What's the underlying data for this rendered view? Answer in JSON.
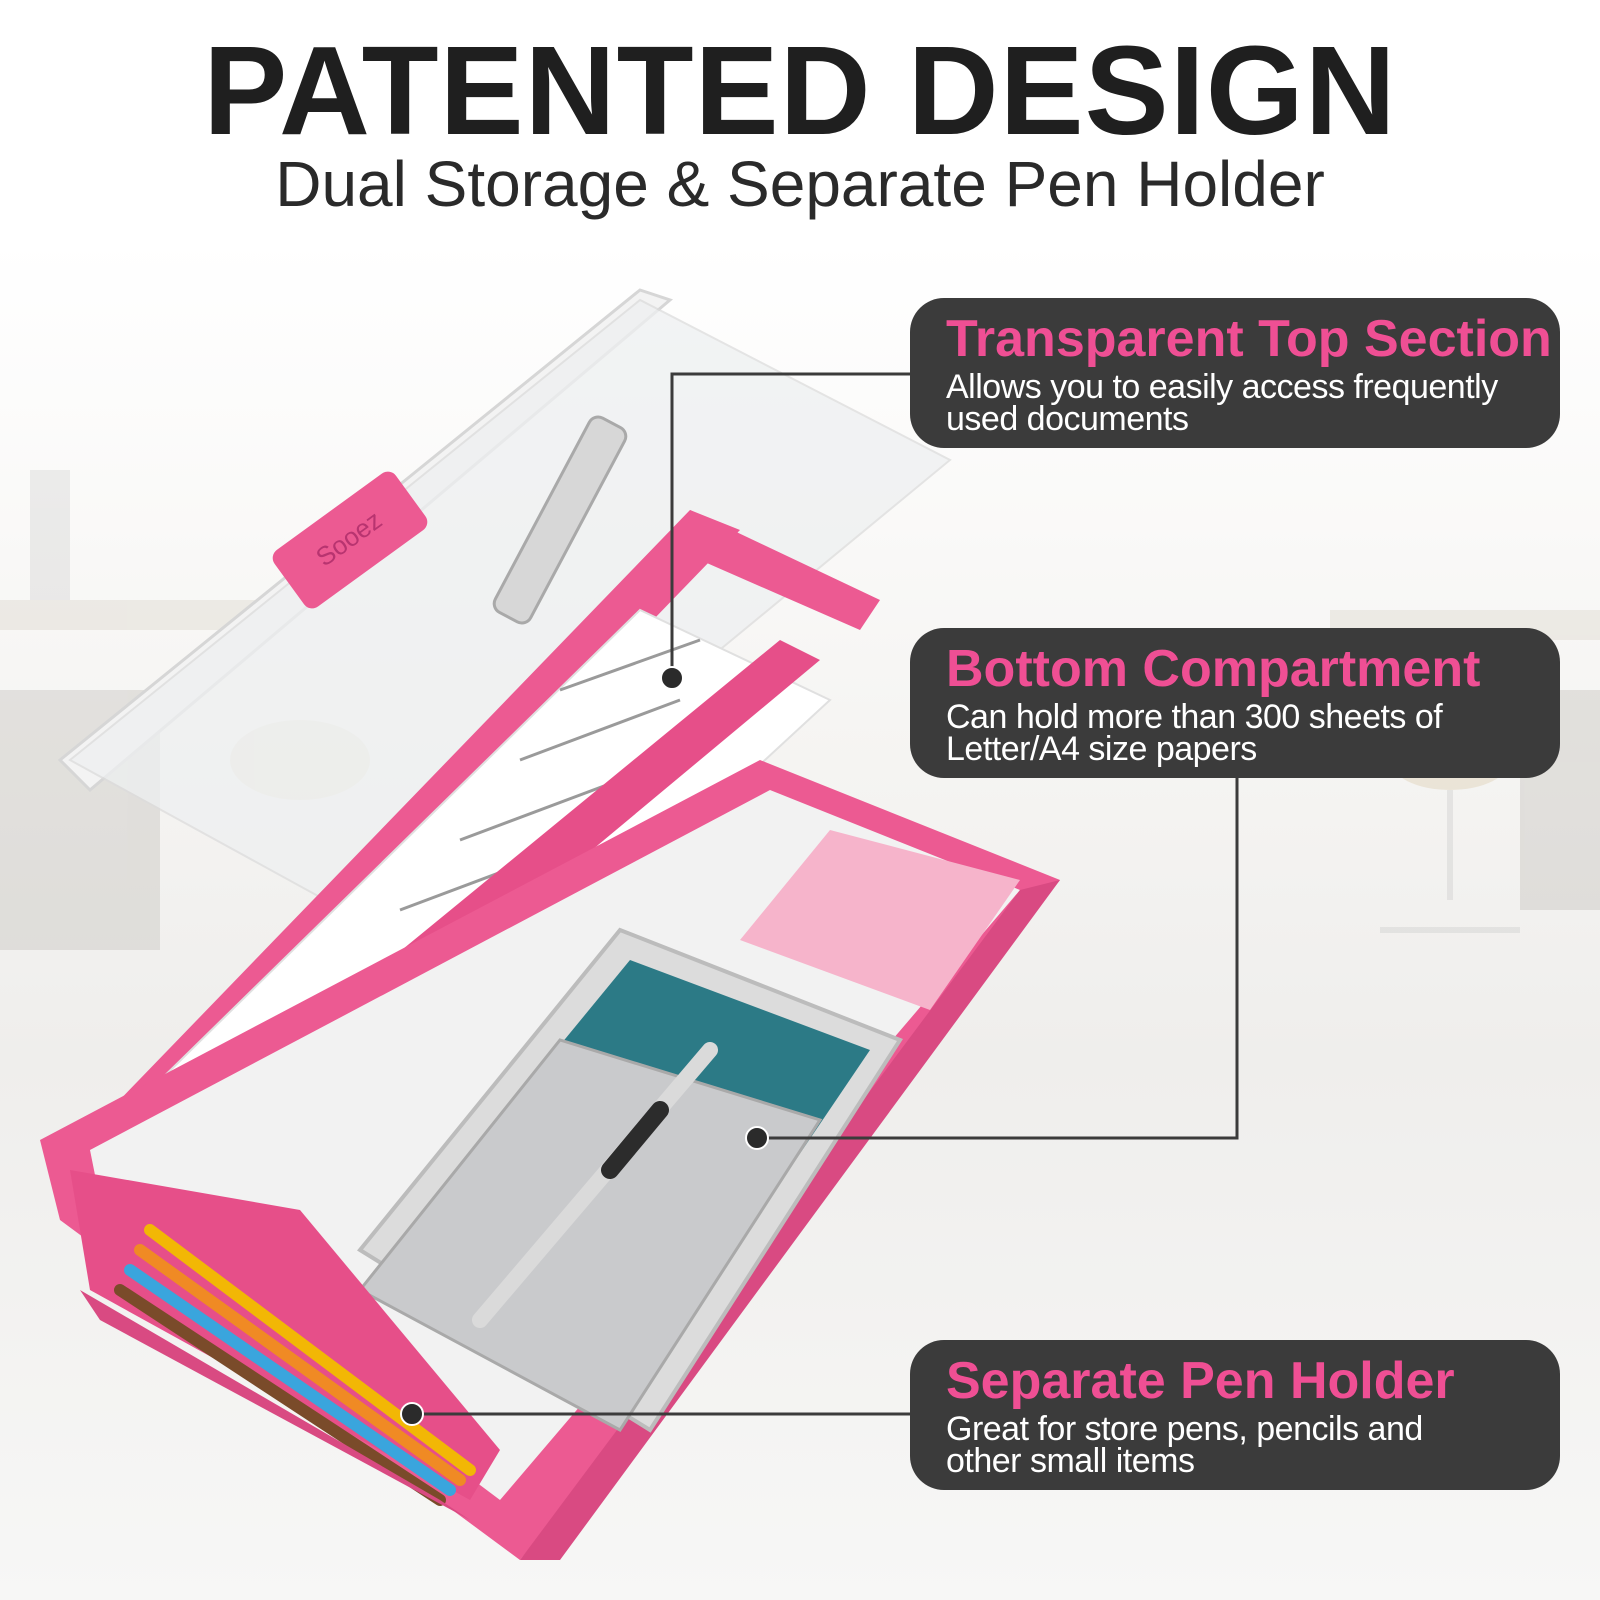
{
  "header": {
    "title": "PATENTED DESIGN",
    "subtitle": "Dual Storage & Separate Pen Holder"
  },
  "product": {
    "brand_mark": "Sooez",
    "color": "#ec5a92",
    "sticky_note_color": "#f6b4cb"
  },
  "callouts": [
    {
      "title": "Transparent Top Section",
      "text_lines": [
        "Allows you to easily access frequently",
        "used documents"
      ]
    },
    {
      "title": "Bottom Compartment",
      "text_lines": [
        "Can hold more than 300 sheets of",
        "Letter/A4 size papers"
      ]
    },
    {
      "title": "Separate Pen Holder",
      "text_lines": [
        "Great for store pens, pencils and",
        "other small items"
      ]
    }
  ],
  "colors": {
    "title": "#1f1f1f",
    "callout_bg": "#3b3b3b",
    "callout_title": "#ef4f94",
    "callout_text": "#ffffff"
  }
}
